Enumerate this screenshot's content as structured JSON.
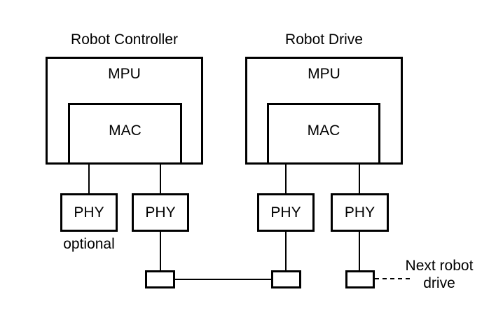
{
  "diagram": {
    "background_color": "#ffffff",
    "line_color": "#000000",
    "text_color": "#000000",
    "controller": {
      "title": "Robot Controller",
      "mpu_label": "MPU",
      "mac_label": "MAC"
    },
    "drive": {
      "title": "Robot Drive",
      "mpu_label": "MPU",
      "mac_label": "MAC"
    },
    "phy": {
      "labels": [
        "PHY",
        "PHY",
        "PHY",
        "PHY"
      ]
    },
    "optional_label": "optional",
    "next_robot": {
      "line1": "Next robot",
      "line2": "drive"
    }
  }
}
